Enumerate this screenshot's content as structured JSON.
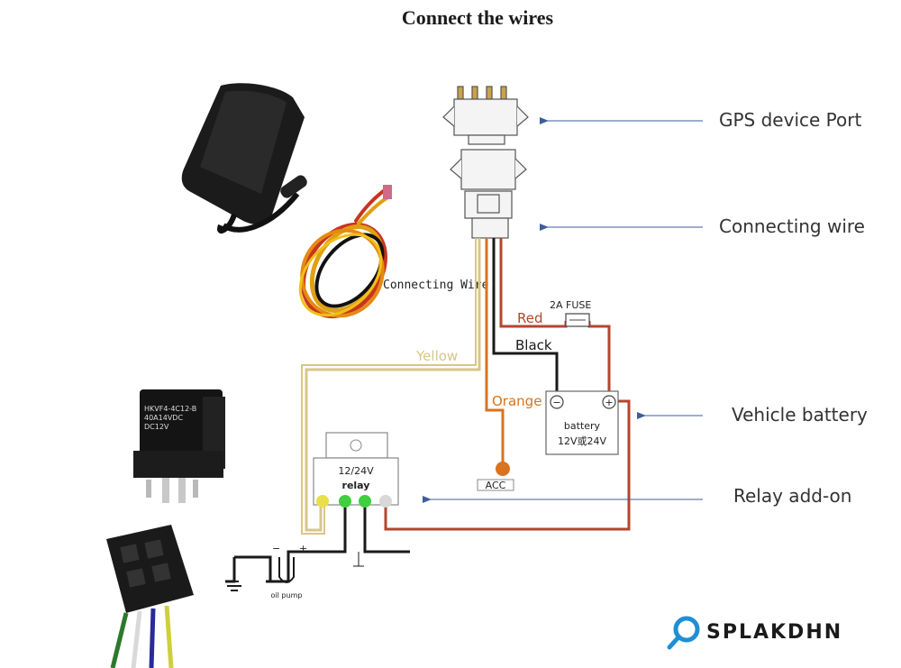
{
  "title": "Connect the wires",
  "callouts": {
    "gps_port": "GPS device Port",
    "connecting_wire": "Connecting wire",
    "vehicle_battery": "Vehicle battery",
    "relay_addon": "Relay add-on"
  },
  "photo_label": "Connecting Wire",
  "wires": {
    "red": "Red",
    "black": "Black",
    "yellow": "Yellow",
    "orange": "Orange"
  },
  "fuse": "2A  FUSE",
  "battery": {
    "label": "battery",
    "voltage": "12V或24V",
    "minus": "−",
    "plus": "+"
  },
  "relay": {
    "voltage": "12/24V",
    "label": "relay",
    "model": "HKVF4-4C12-B",
    "rating": "40A14VDC",
    "coil": "DC12V"
  },
  "acc": "ACC",
  "oil_pump": {
    "label": "oil pump",
    "minus": "−",
    "plus": "+"
  },
  "logo": "SPLAKDHN",
  "colors": {
    "red_wire": "#b5452f",
    "yellow_wire": "#d8c68a",
    "orange_wire": "#d9731f",
    "black_wire": "#1a1a1a",
    "arrow": "#3d5e9c",
    "logo_accent": "#1e8fd6"
  }
}
